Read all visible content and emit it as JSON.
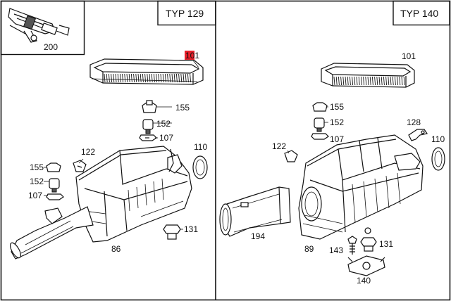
{
  "panels": {
    "left": {
      "title": "TYP 129"
    },
    "right": {
      "title": "TYP 140"
    }
  },
  "labels": {
    "l200": "200",
    "l101_left": "101",
    "l155_left_a": "155",
    "l152_left_a": "152",
    "l107_left_a": "107",
    "l122_left": "122",
    "l155_left_b": "155",
    "l152_left_b": "152",
    "l107_left_b": "107",
    "l110_left": "110",
    "l131_left": "131",
    "l86": "86",
    "l101_right": "101",
    "l155_right": "155",
    "l152_right": "152",
    "l107_right": "107",
    "l128": "128",
    "l110_right": "110",
    "l122_right": "122",
    "l194": "194",
    "l89": "89",
    "l143": "143",
    "l131_right": "131",
    "l140": "140"
  },
  "highlight_color": "#e8202a"
}
